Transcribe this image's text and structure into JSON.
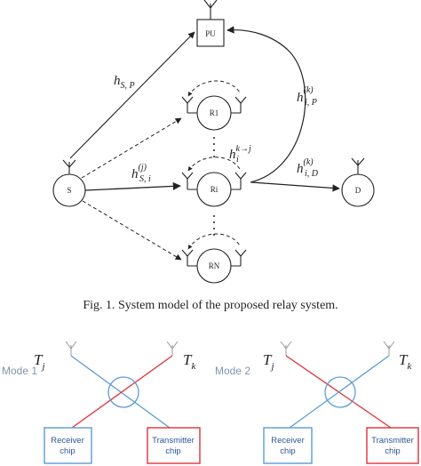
{
  "relay_diagram": {
    "nodes": {
      "pu": "PU",
      "r1": "R1",
      "ri": "Ri",
      "rn": "RN",
      "source": "S",
      "destination": "D"
    },
    "links": {
      "h_sp_base": "h",
      "h_sp_sub": "S, P",
      "h_ip_base": "h",
      "h_ip_sup": "(k)",
      "h_ip_sub": "i, P",
      "h_si_base": "h",
      "h_si_sup": "(j)",
      "h_si_sub": "S, i",
      "h_kj_base": "h",
      "h_kj_sup": "k→j",
      "h_kj_sub": "i",
      "h_id_base": "h",
      "h_id_sup": "(k)",
      "h_id_sub": "i, D"
    },
    "caption": "Fig. 1.   System model of the proposed relay system."
  },
  "mode_diagrams": [
    {
      "mode_label": "Mode 1",
      "tj_base": "T",
      "tj_sub": "j",
      "tk_base": "T",
      "tk_sub": "k",
      "receiver_label_line1": "Receiver",
      "receiver_label_line2": "chip",
      "transmitter_label_line1": "Transmitter",
      "transmitter_label_line2": "chip"
    },
    {
      "mode_label": "Mode 2",
      "tj_base": "T",
      "tj_sub": "j",
      "tk_base": "T",
      "tk_sub": "k",
      "receiver_label_line1": "Receiver",
      "receiver_label_line2": "chip",
      "transmitter_label_line1": "Transmitter",
      "transmitter_label_line2": "chip"
    }
  ],
  "colors": {
    "ink": "#222222",
    "blue": "#5b9bd5",
    "red": "#e0303a",
    "mode_label": "#7f95b0"
  }
}
